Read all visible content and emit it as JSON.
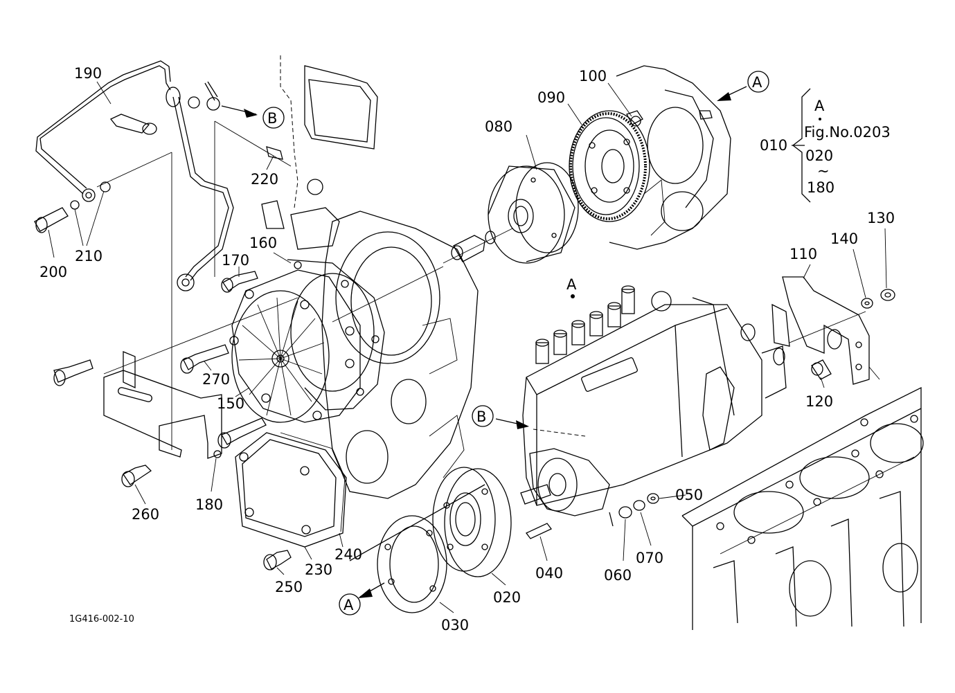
{
  "parts": {
    "p010": "010",
    "p020": "020",
    "p030": "030",
    "p040": "040",
    "p050": "050",
    "p060": "060",
    "p070": "070",
    "p080": "080",
    "p090": "090",
    "p100": "100",
    "p110": "110",
    "p120": "120",
    "p130": "130",
    "p140": "140",
    "p150": "150",
    "p160": "160",
    "p170": "170",
    "p180": "180",
    "p190": "190",
    "p200": "200",
    "p210": "210",
    "p220": "220",
    "p230": "230",
    "p240": "240",
    "p250": "250",
    "p260": "260",
    "p270": "270"
  },
  "refs": {
    "a": "A",
    "b": "B",
    "pump_mark": "A"
  },
  "bracket_note": {
    "ref": "A",
    "figure": "Fig.No.0203",
    "range_start": "020",
    "tilde": "~",
    "range_end": "180"
  },
  "drawing_code": "1G416-002-10"
}
